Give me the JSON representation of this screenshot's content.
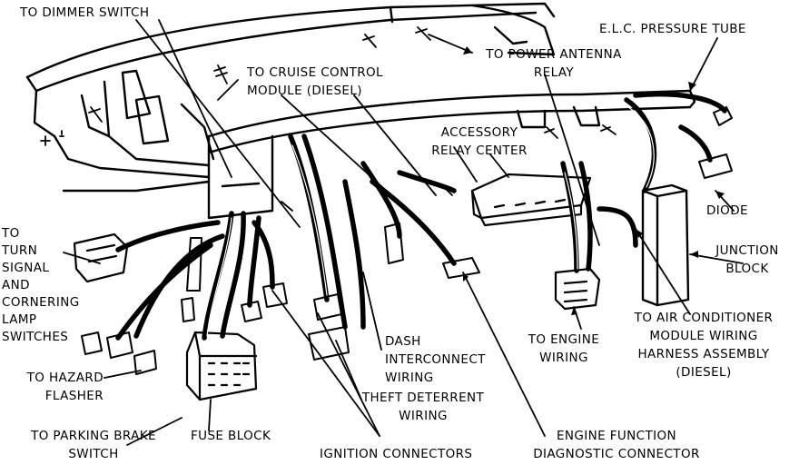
{
  "labels": {
    "dimmer_switch": "TO DIMMER SWITCH",
    "elc_tube": "E.L.C. PRESSURE TUBE",
    "cruise_control": [
      "TO CRUISE CONTROL",
      "MODULE (DIESEL)"
    ],
    "power_antenna": [
      "TO POWER ANTENNA",
      "RELAY"
    ],
    "accessory_relay": [
      "ACCESSORY",
      "RELAY CENTER"
    ],
    "diode": "DIODE",
    "junction_block": [
      "JUNCTION",
      "BLOCK"
    ],
    "turn_signal": [
      "TO",
      "TURN",
      "SIGNAL",
      "AND",
      "CORNERING",
      "LAMP",
      "SWITCHES"
    ],
    "air_conditioner": [
      "TO AIR CONDITIONER",
      "MODULE WIRING",
      "HARNESS ASSEMBLY",
      "(DIESEL)"
    ],
    "engine_wiring": [
      "TO ENGINE",
      "WIRING"
    ],
    "dash_interconnect": [
      "DASH",
      "INTERCONNECT",
      "WIRING"
    ],
    "hazard_flasher": [
      "TO HAZARD",
      "FLASHER"
    ],
    "theft_deterrent": [
      "THEFT DETERRENT",
      "WIRING"
    ],
    "parking_brake": [
      "TO PARKING BRAKE",
      "SWITCH"
    ],
    "fuse_block": "FUSE BLOCK",
    "ignition_connectors": "IGNITION CONNECTORS",
    "diagnostic_connector": [
      "ENGINE FUNCTION",
      "DIAGNOSTIC CONNECTOR"
    ]
  }
}
